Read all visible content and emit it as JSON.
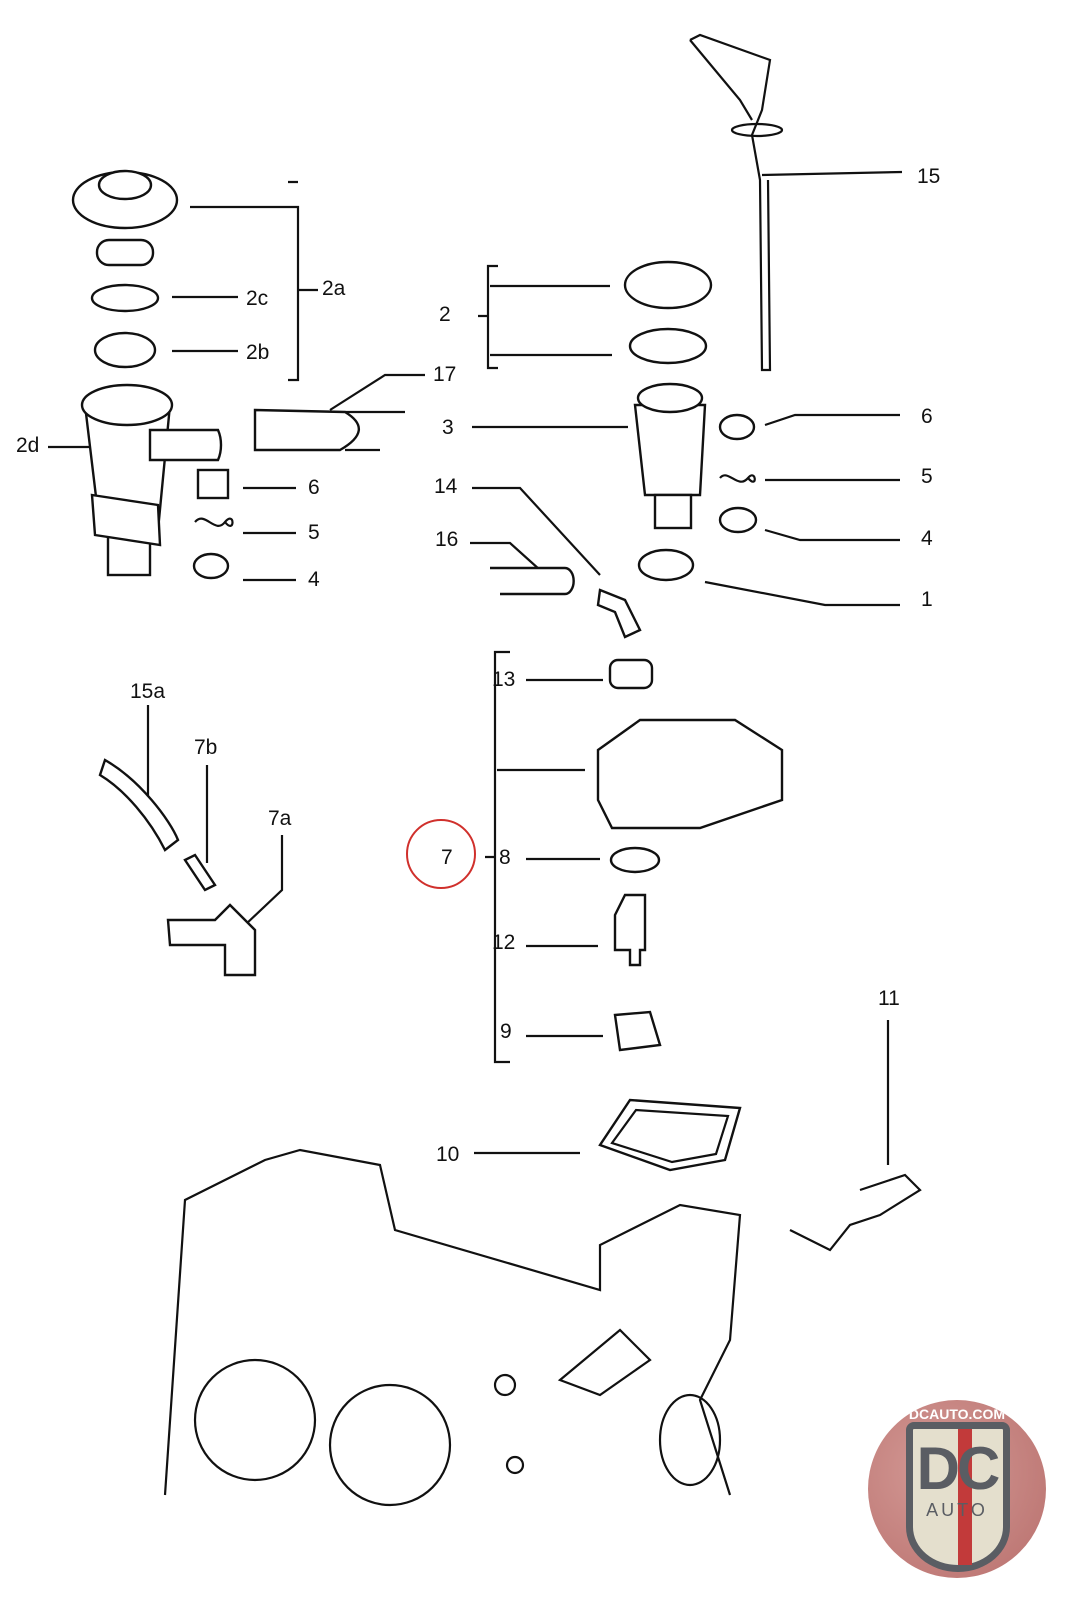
{
  "labels": {
    "l15": "15",
    "l2a": "2a",
    "l2c": "2c",
    "l2b": "2b",
    "l2": "2",
    "l17": "17",
    "l3": "3",
    "l6r": "6",
    "l5r": "5",
    "l4r": "4",
    "l1": "1",
    "l2d": "2d",
    "l6l": "6",
    "l5l": "5",
    "l4l": "4",
    "l14": "14",
    "l16": "16",
    "l15a": "15a",
    "l7b": "7b",
    "l7a": "7a",
    "l13": "13",
    "l7": "7",
    "l8": "8",
    "l12": "12",
    "l9": "9",
    "l10": "10",
    "l11": "11"
  },
  "highlight_color": "#d0302c",
  "logo": {
    "url": "DCAUTO.COM",
    "mark": "DC",
    "sub": "AUTO"
  }
}
